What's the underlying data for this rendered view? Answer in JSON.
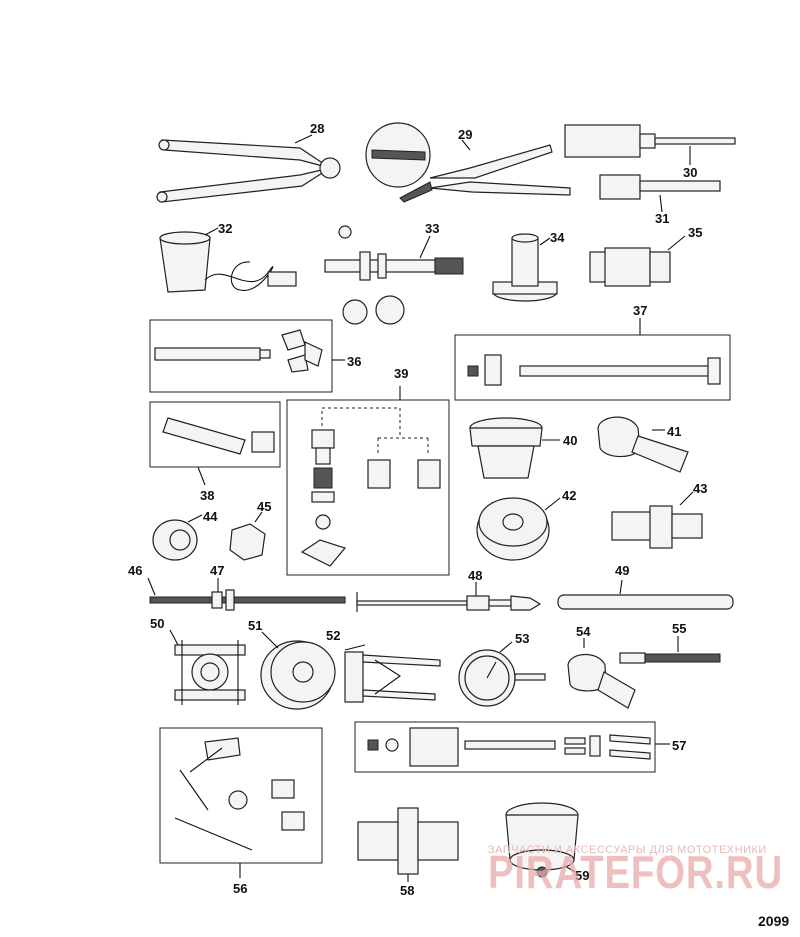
{
  "figure_number": "2099",
  "watermark": {
    "caption": "ЗАПЧАСТИ И АКСЕССУАРЫ ДЛЯ МОТОТЕХНИКИ",
    "brand": "PIRATEFOR.RU"
  },
  "callouts": [
    "28",
    "29",
    "30",
    "31",
    "32",
    "33",
    "34",
    "35",
    "36",
    "37",
    "38",
    "39",
    "40",
    "41",
    "42",
    "43",
    "44",
    "45",
    "46",
    "47",
    "48",
    "49",
    "50",
    "51",
    "52",
    "53",
    "54",
    "55",
    "56",
    "57",
    "58",
    "59"
  ]
}
